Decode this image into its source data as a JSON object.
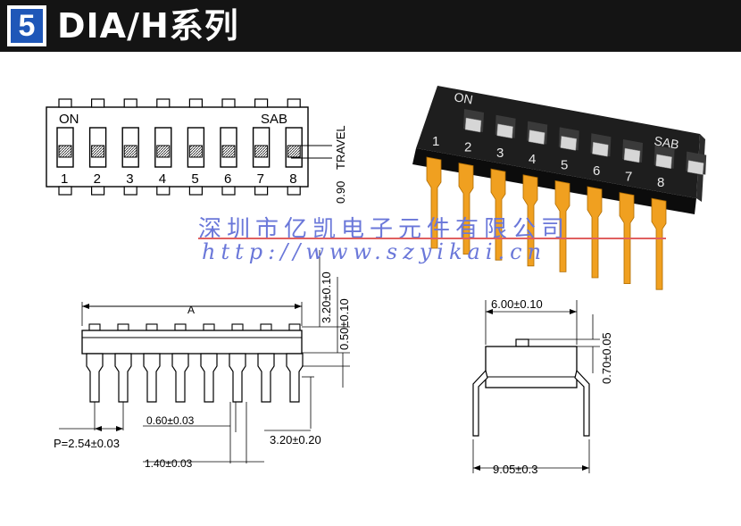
{
  "header": {
    "badge_number": "5",
    "title": "DIA/H系列"
  },
  "watermark": {
    "company": "深圳市亿凯电子元件有限公司",
    "url": "http://www.szyikai.cn"
  },
  "top_view": {
    "on_label": "ON",
    "sab_label": "SAB",
    "travel_label": "TRAVEL",
    "travel_value": "0.90",
    "switch_numbers": [
      "1",
      "2",
      "3",
      "4",
      "5",
      "6",
      "7",
      "8"
    ]
  },
  "render": {
    "on_label": "ON",
    "sab_label": "SAB",
    "switch_numbers": [
      "1",
      "2",
      "3",
      "4",
      "5",
      "6",
      "7",
      "8"
    ]
  },
  "side_view": {
    "dim_a": "A",
    "dim_height": "3.20±0.10",
    "dim_standoff": "0.50±0.10",
    "dim_pin_width": "0.60±0.03",
    "dim_pitch": "P=2.54±0.03",
    "dim_shoulder": "1.40±0.03",
    "dim_pin_length": "3.20±0.20"
  },
  "end_view": {
    "dim_width": "6.00±0.10",
    "dim_actuator": "0.70±0.05",
    "dim_row": "9.05±0.3"
  },
  "colors": {
    "header_bg": "#141414",
    "badge": "#1f57b8",
    "pin_gold": "#f0a020",
    "watermark": "#6a77d9"
  }
}
